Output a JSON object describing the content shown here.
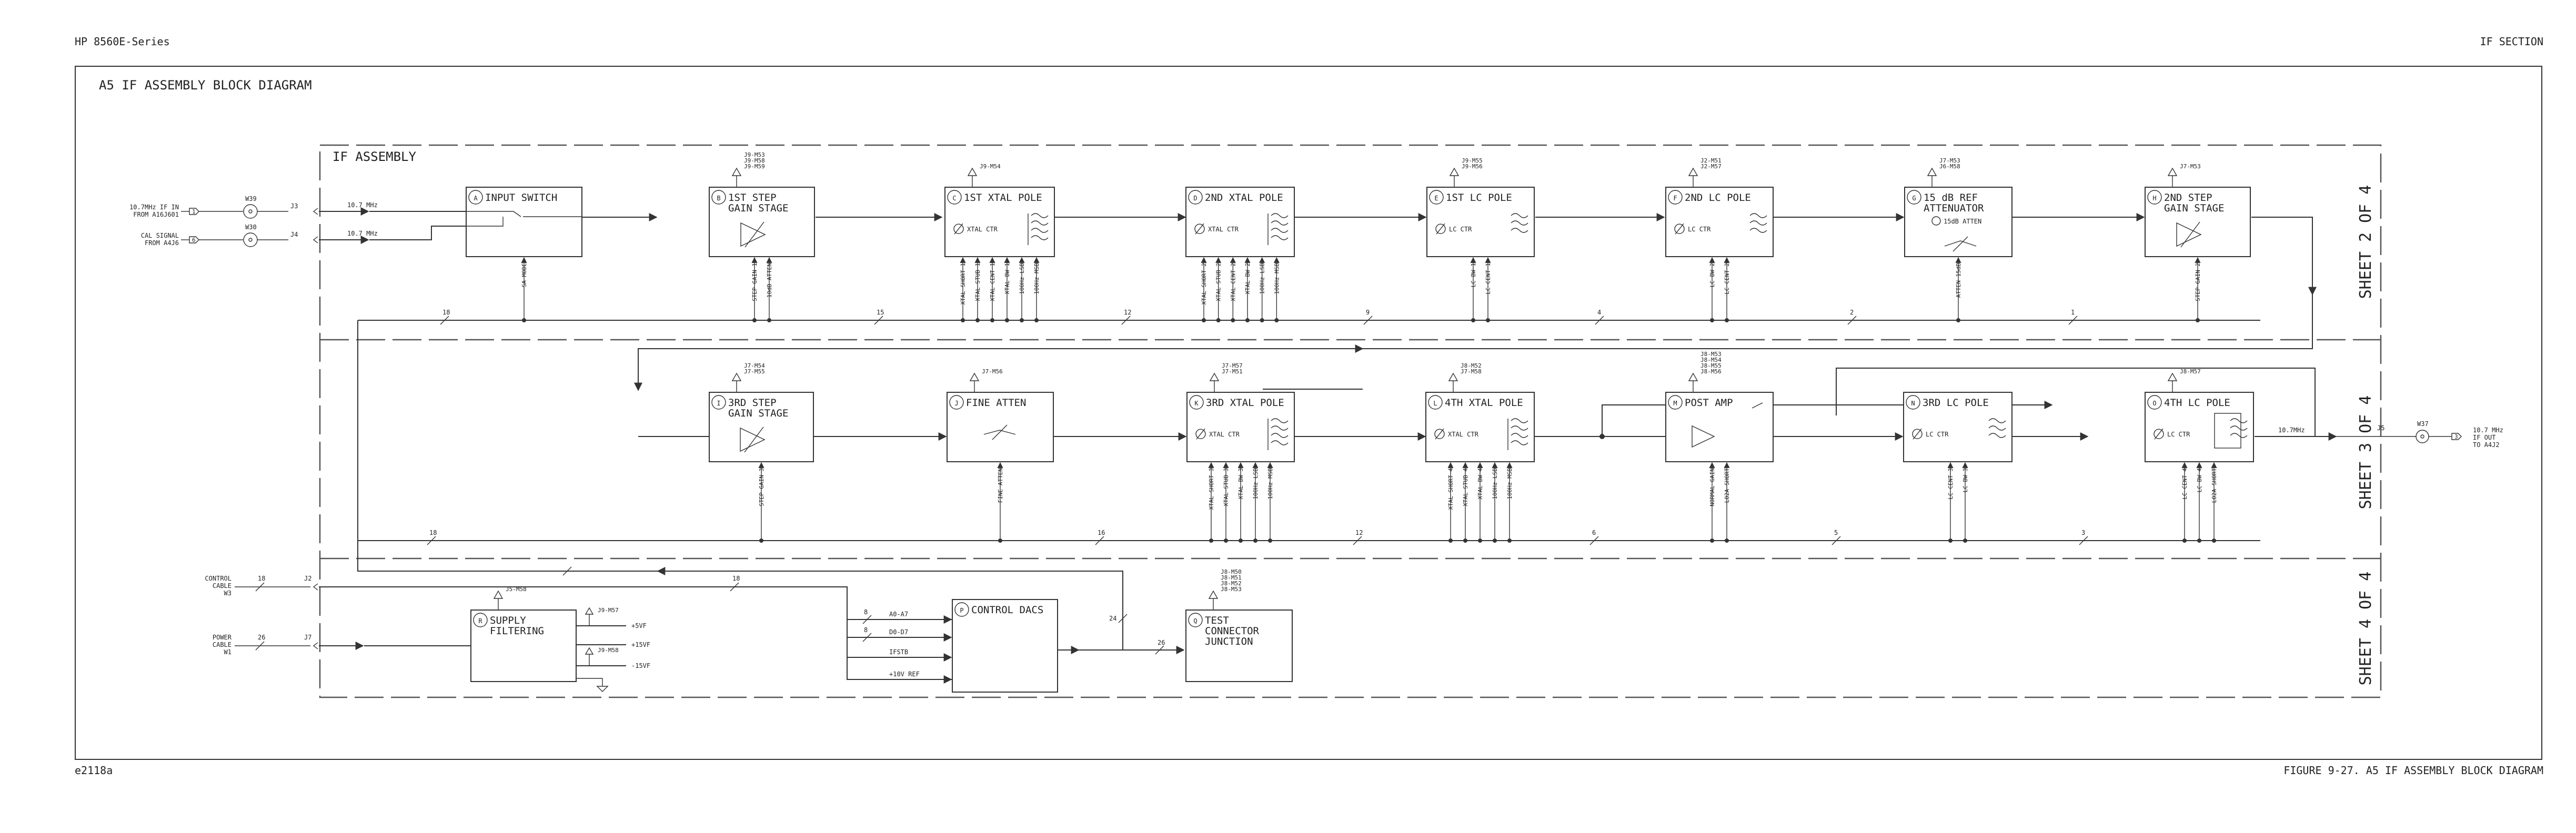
{
  "header": {
    "left": "HP 8560E-Series",
    "right": "IF SECTION"
  },
  "footer": {
    "left": "e2118a",
    "right": "FIGURE 9-27. A5 IF ASSEMBLY BLOCK DIAGRAM"
  },
  "diagram_title": "A5 IF ASSEMBLY BLOCK DIAGRAM",
  "assembly_label": "IF ASSEMBLY",
  "sheets": [
    "SHEET 2 OF 4",
    "SHEET 3 OF 4",
    "SHEET 4 OF 4"
  ],
  "inputs": {
    "if_in": {
      "line1": "10.7MHz IF IN",
      "line2": "FROM A16J601",
      "connector": "W39",
      "pin": "1",
      "jack": "J3",
      "freq": "10.7 MHz"
    },
    "cal": {
      "line1": "CAL SIGNAL",
      "line2": "FROM A4J6",
      "connector": "W30",
      "pin": "6",
      "jack": "J4",
      "freq": "10.7 MHz"
    }
  },
  "blocks": {
    "input_switch": {
      "letter": "A",
      "title": "INPUT SWITCH",
      "controls": [
        "SA MODE"
      ]
    },
    "gain1": {
      "letter": "B",
      "title": [
        "1ST STEP",
        "GAIN STAGE"
      ],
      "tps": [
        "J9-M53",
        "J9-M58",
        "J9-M59"
      ],
      "controls": [
        "STEP GAIN 1",
        "10dB ATTEN"
      ]
    },
    "xtal1": {
      "letter": "C",
      "title": "1ST XTAL POLE",
      "tps": [
        "J9-M54"
      ],
      "ctr": "XTAL CTR",
      "controls": [
        "XTAL SHORT 1",
        "XTAL STUB 1",
        "XTAL CENT 1",
        "XTAL BW 1",
        "100Hz LSB",
        "100Hz MSB"
      ]
    },
    "xtal2": {
      "letter": "D",
      "title": "2ND XTAL POLE",
      "tps": [],
      "ctr": "XTAL CTR",
      "controls": [
        "XTAL SHORT 2",
        "XTAL STUB 2",
        "XTAL CENT 2",
        "XTAL BW 2",
        "100Hz LSB",
        "100Hz MSB"
      ]
    },
    "lc1": {
      "letter": "E",
      "title": "1ST LC POLE",
      "tps": [
        "J9-M55",
        "J9-M56"
      ],
      "ctr": "LC CTR",
      "controls": [
        "LC BW 1",
        "LC CENT 1"
      ]
    },
    "lc2": {
      "letter": "F",
      "title": "2ND LC POLE",
      "tps": [
        "J2-M51",
        "J2-M57"
      ],
      "ctr": "LC CTR",
      "controls": [
        "LC BW 2",
        "LC CENT 2"
      ]
    },
    "ref15": {
      "letter": "G",
      "title": [
        "15 dB REF",
        "ATTENUATOR"
      ],
      "tps": [
        "J7-M53",
        "J6-M58"
      ],
      "ctr": "15dB ATTEN",
      "controls": [
        "ATTEN 15dB"
      ]
    },
    "gain2": {
      "letter": "H",
      "title": [
        "2ND STEP",
        "GAIN STAGE"
      ],
      "tps": [
        "J7-M53"
      ],
      "controls": [
        "STEP GAIN 2"
      ]
    },
    "gain3": {
      "letter": "I",
      "title": [
        "3RD STEP",
        "GAIN STAGE"
      ],
      "tps": [
        "J7-M54",
        "J7-M55"
      ],
      "controls": [
        "STEP GAIN 3"
      ]
    },
    "fine": {
      "letter": "J",
      "title": "FINE ATTEN",
      "tps": [
        "J7-M56"
      ],
      "controls": [
        "FINE ATTEN"
      ]
    },
    "xtal3": {
      "letter": "K",
      "title": "3RD XTAL POLE",
      "tps": [
        "J7-M57",
        "J7-M51"
      ],
      "ctr": "XTAL CTR",
      "controls": [
        "XTAL SHORT 3",
        "XTAL STUB 3",
        "XTAL BW 3",
        "100Hz LSB",
        "100Hz MSB"
      ]
    },
    "xtal4": {
      "letter": "L",
      "title": "4TH XTAL POLE",
      "tps": [
        "J8-M52",
        "J7-M58"
      ],
      "ctr": "XTAL CTR",
      "controls": [
        "XTAL SHORT 4",
        "XTAL STUB 4",
        "XTAL BW 4",
        "100Hz LSB",
        "100Hz MSB"
      ]
    },
    "post": {
      "letter": "M",
      "title": "POST AMP",
      "tps": [
        "J8-M53",
        "J8-M54",
        "J8-M55",
        "J8-M56"
      ],
      "controls": [
        "NORMAL GAIN",
        "LO2A SHORT"
      ]
    },
    "lc3": {
      "letter": "N",
      "title": "3RD LC POLE",
      "tps": [],
      "ctr": "LC CTR",
      "controls": [
        "LC CENT 3",
        "LC BW 3"
      ]
    },
    "lc4": {
      "letter": "O",
      "title": "4TH LC POLE",
      "tps": [
        "J8-M57"
      ],
      "ctr": "LC CTR",
      "controls": [
        "LC CENT 4",
        "LC BW 4",
        "LO2A SHORT"
      ]
    },
    "dacs": {
      "letter": "P",
      "title": "CONTROL DACS",
      "inputs": [
        "A0-A7",
        "D0-D7",
        "IFSTB",
        "+10V REF"
      ]
    },
    "test": {
      "letter": "Q",
      "title": [
        "TEST",
        "CONNECTOR",
        "JUNCTION"
      ],
      "tps": [
        "J8-M50",
        "J8-M51",
        "J8-M52",
        "J8-M53"
      ]
    },
    "supply": {
      "letter": "R",
      "title": [
        "SUPPLY",
        "FILTERING"
      ],
      "tps": [
        "J5-M58"
      ],
      "outputs": [
        {
          "tp": "J9-M57",
          "label": "+5VF"
        },
        {
          "label": "+15VF"
        },
        {
          "tp": "J9-M58",
          "label": "-15VF"
        }
      ]
    }
  },
  "bus_numbers": {
    "top": [
      "18",
      "15",
      "12",
      "9",
      "4",
      "2",
      "1"
    ],
    "mid": [
      "18",
      "16",
      "12",
      "6",
      "5",
      "3"
    ]
  },
  "control_cable": {
    "label": [
      "CONTROL",
      "CABLE",
      "W3"
    ],
    "count": "18",
    "jack": "J2"
  },
  "power_cable": {
    "label": [
      "POWER",
      "CABLE",
      "W1"
    ],
    "count": "26",
    "jack": "J7"
  },
  "dac_bus": [
    "8",
    "8",
    "24",
    "26"
  ],
  "output": {
    "freq": "10.7MHz",
    "jack": "J5",
    "connector": "W37",
    "pin": "3",
    "label": [
      "10.7 MHz",
      "IF OUT",
      "TO A4J2"
    ]
  }
}
